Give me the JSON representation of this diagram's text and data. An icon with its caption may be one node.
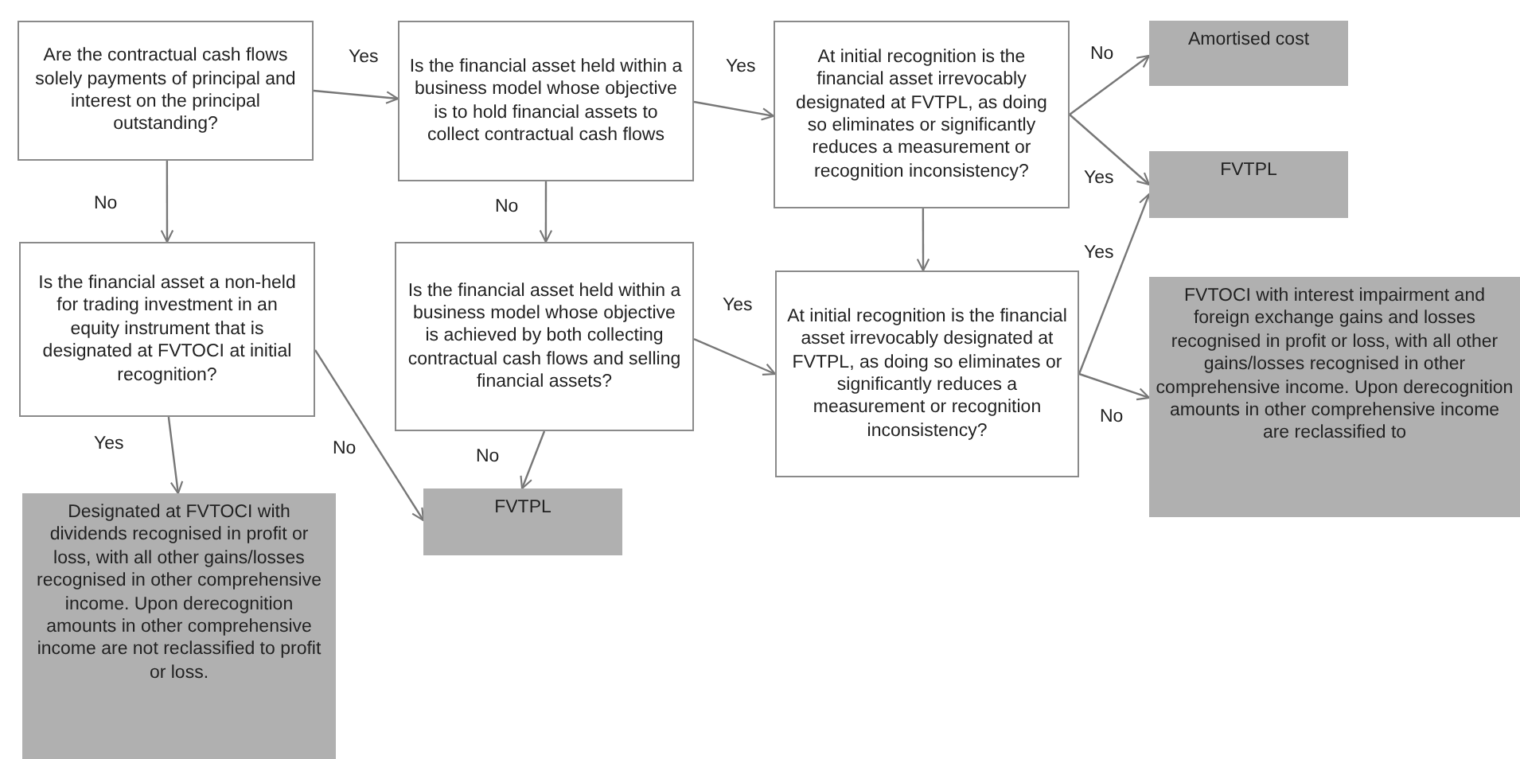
{
  "diagram": {
    "nodes": [
      {
        "text": [
          "Are the  contractual cash flows solely payments of principal and interest on the principal outstanding?"
        ]
      },
      {
        "text": [
          "Is the financial asset held within a business model whose objective is to hold financial assets to collect contractual cash flows"
        ]
      },
      {
        "text": [
          "At  initial recognition is the financial asset irrevocably designated at FVTPL,  as doing so eliminates or significantly reduces a measurement or recognition inconsistency?"
        ]
      },
      {
        "text": [
          "Amortised cost"
        ]
      },
      {
        "text": [
          "FVTPL"
        ]
      },
      {
        "text": [
          "Is the financial asset a non-held for trading investment in an equity instrument that is designated at FVTOCI at initial recognition?"
        ]
      },
      {
        "text": [
          "Is the financial asset held within a business model whose objective is achieved by both collecting contractual cash flows and selling financial assets?"
        ]
      },
      {
        "text": [
          "At  initial recognition is the financial asset irrevocably designated at FVTPL,  as doing so eliminates or significantly reduces a measurement or recognition inconsistency?"
        ]
      },
      {
        "text": [
          "FVTOCI with  interest impairment and foreign exchange gains and losses recognised in profit or loss, with all other gains/losses recognised in other comprehensive income. Upon derecognition amounts in other comprehensive income are reclassified to"
        ]
      },
      {
        "text": [
          "FVTPL"
        ]
      },
      {
        "text": [
          "Designated at FVTOCI with dividends recognised in profit or loss, with all other gains/losses recognised in other comprehensive income. Upon derecognition amounts in other comprehensive income are not  reclassified to profit or loss."
        ]
      }
    ],
    "edges": [
      {
        "from": 0,
        "to": 1,
        "arrow": "to",
        "label": "Yes"
      },
      {
        "from": 0,
        "to": 5,
        "arrow": "to",
        "label": "No"
      },
      {
        "from": 1,
        "to": 2,
        "arrow": "to",
        "label": "Yes"
      },
      {
        "from": 1,
        "to": 6,
        "arrow": "to",
        "label": "No"
      },
      {
        "from": 2,
        "to": 3,
        "arrow": "to",
        "label": "No"
      },
      {
        "from": 2,
        "to": 4,
        "arrow": "to",
        "label": "Yes"
      },
      {
        "from": 2,
        "to": 7,
        "arrow": "to"
      },
      {
        "from": 6,
        "to": 7,
        "arrow": "to",
        "label": "Yes"
      },
      {
        "from": 7,
        "to": 4,
        "arrow": "to",
        "label": "Yes"
      },
      {
        "from": 7,
        "to": 8,
        "arrow": "to",
        "label": "No"
      },
      {
        "from": 5,
        "to": 10,
        "arrow": "to",
        "label": "Yes"
      },
      {
        "from": 5,
        "to": 9,
        "arrow": "to",
        "label": "No"
      },
      {
        "from": 6,
        "to": 9,
        "arrow": "to",
        "label": "No"
      }
    ]
  }
}
